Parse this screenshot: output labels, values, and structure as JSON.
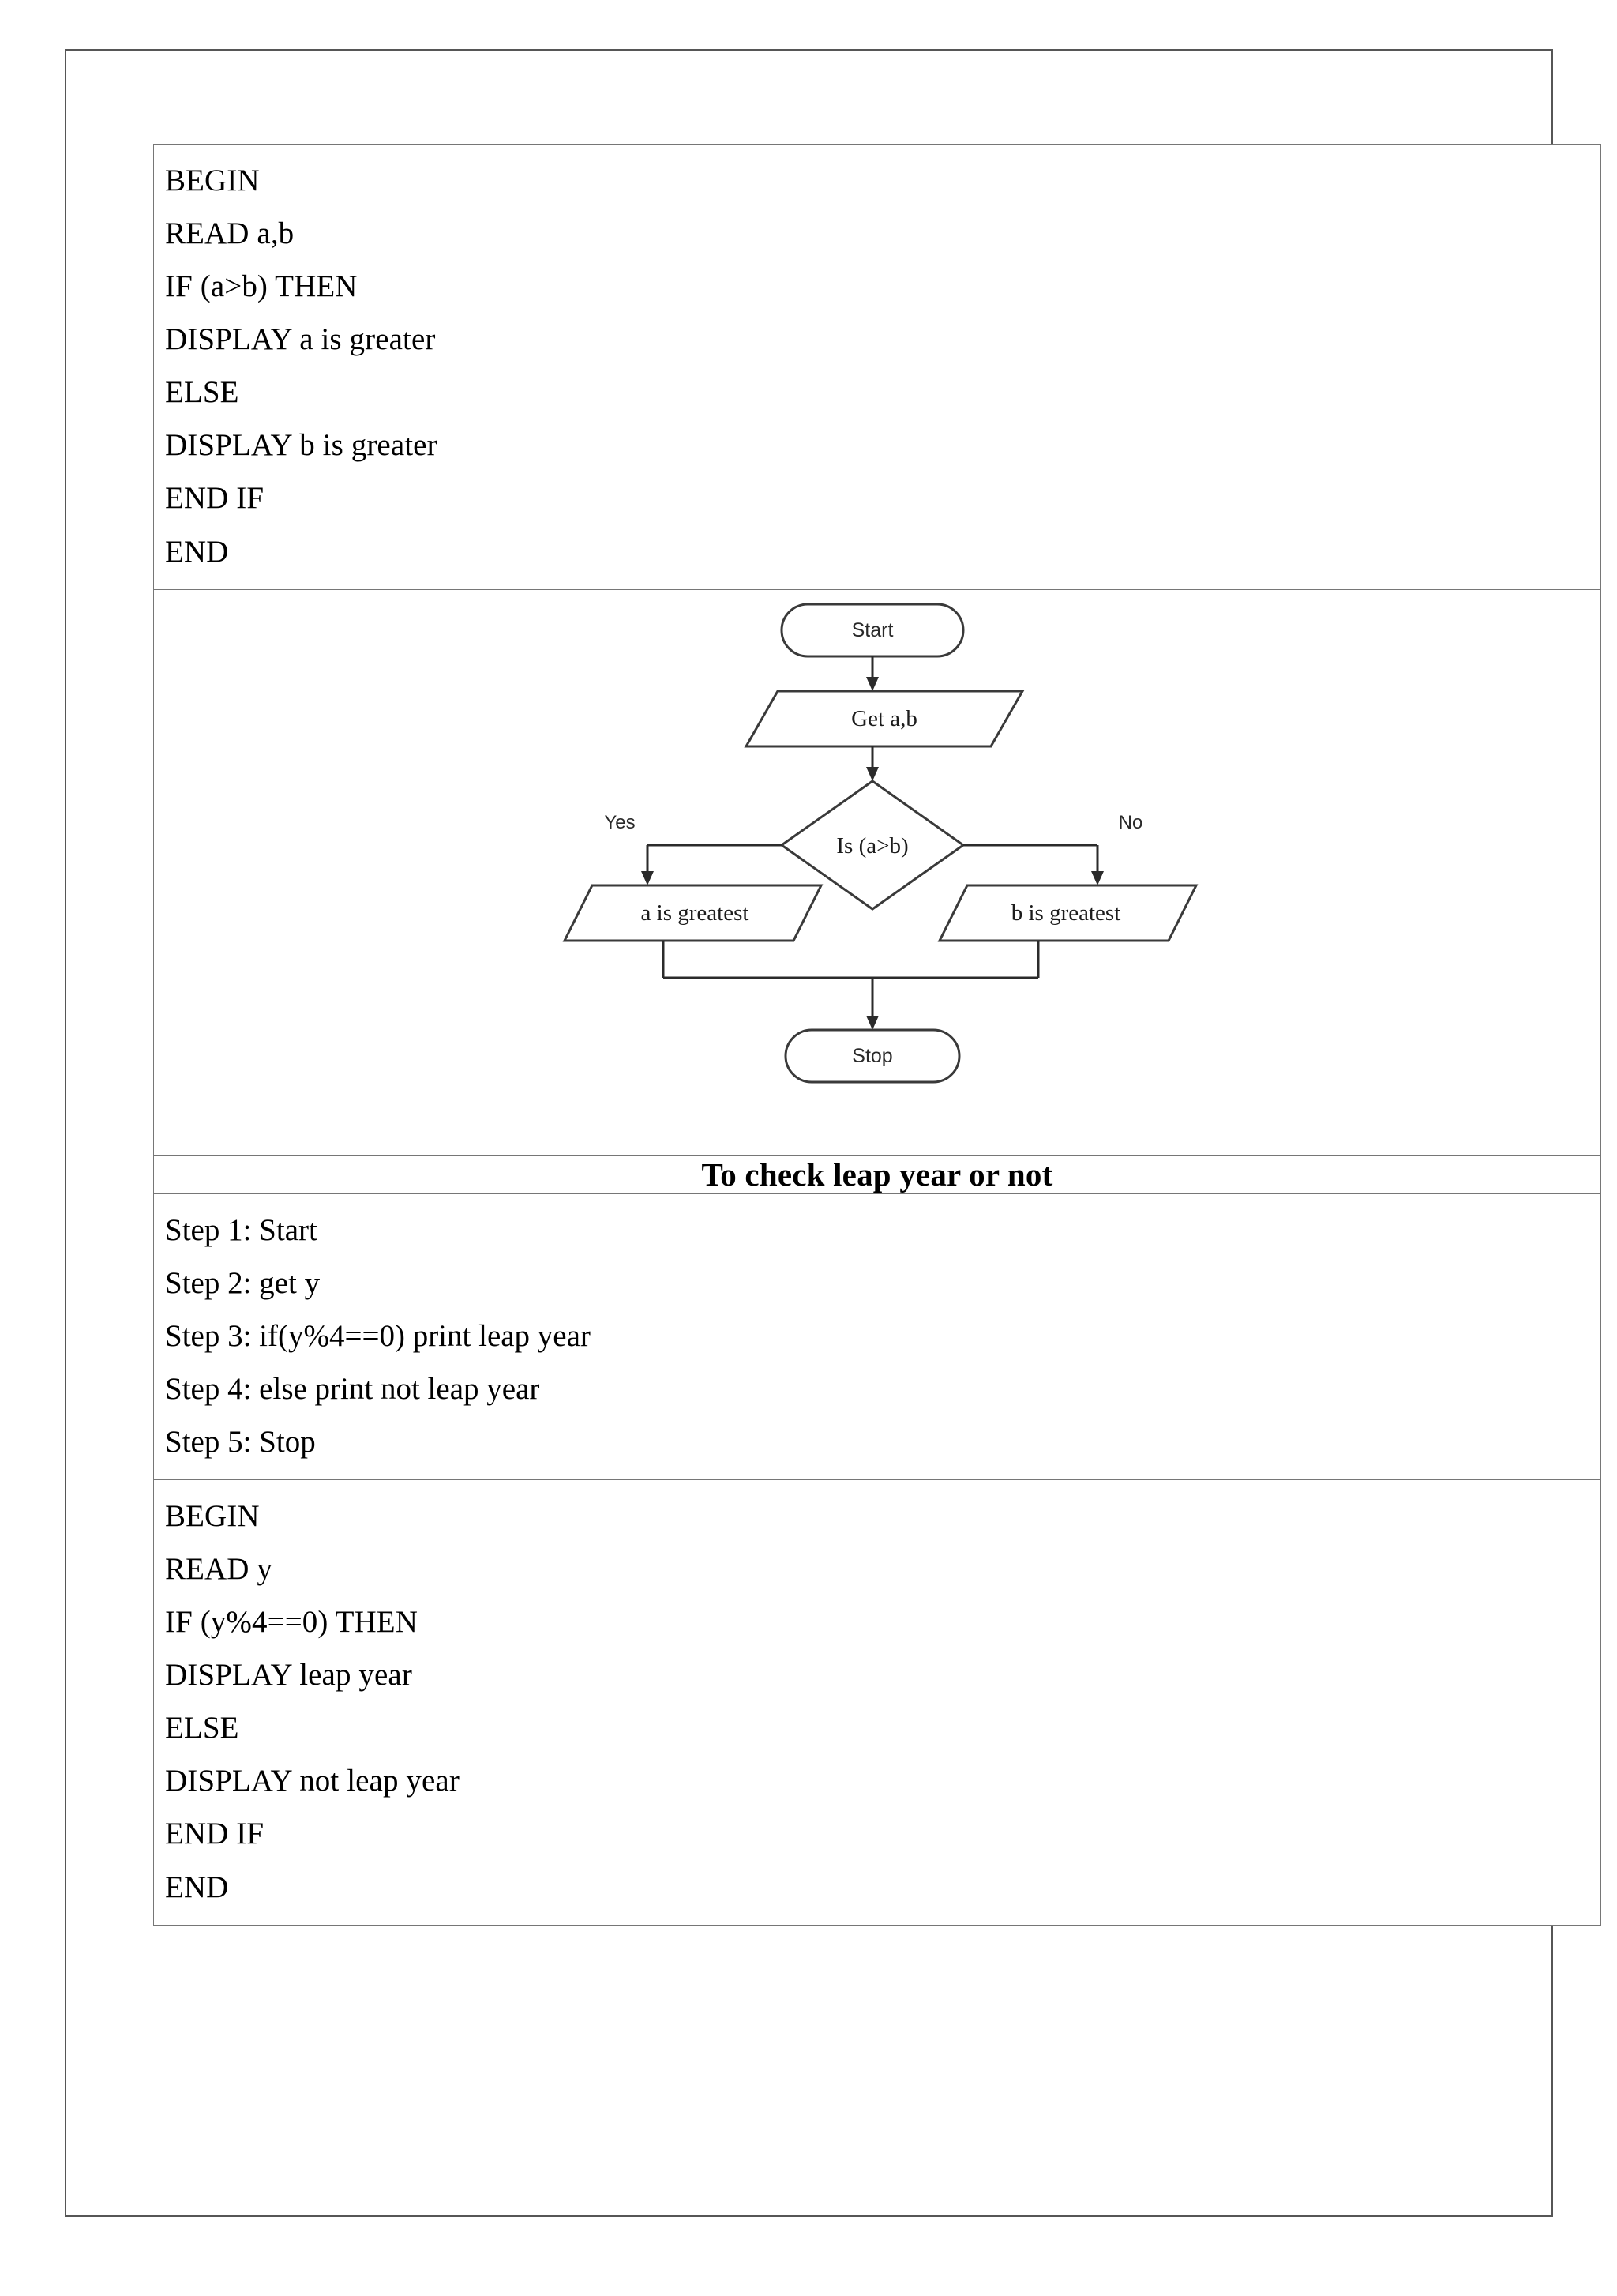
{
  "document": {
    "sections": [
      {
        "id": "greater-pseudocode",
        "type": "pseudocode",
        "lines": [
          "BEGIN",
          "READ a,b",
          "IF (a>b) THEN",
          "DISPLAY a is greater",
          "ELSE",
          "DISPLAY b is greater",
          "END IF",
          "END"
        ]
      },
      {
        "id": "greater-flowchart",
        "type": "flowchart",
        "nodes": {
          "start": "Start",
          "input": "Get a,b",
          "decision": "Is (a>b)",
          "output_yes": "a is greatest",
          "output_no": "b is greatest",
          "stop": "Stop"
        },
        "branch_labels": {
          "yes": "Yes",
          "no": "No"
        }
      },
      {
        "id": "leap-year-header",
        "type": "header",
        "title": "To check leap year or not"
      },
      {
        "id": "leap-year-steps",
        "type": "steps",
        "lines": [
          "Step 1: Start",
          "Step 2: get y",
          "Step 3: if(y%4==0) print leap year",
          "Step 4: else print not leap year",
          "Step 5: Stop"
        ]
      },
      {
        "id": "leap-year-pseudocode",
        "type": "pseudocode",
        "lines": [
          "BEGIN",
          "READ y",
          "IF (y%4==0) THEN",
          "DISPLAY leap year",
          "ELSE",
          "DISPLAY not leap year",
          "END IF",
          "END"
        ]
      }
    ]
  },
  "colors": {
    "header_bar": "#d9d9d9",
    "table_border": "#767676",
    "page_border": "#565656",
    "shape_stroke": "#3a3a3a"
  }
}
